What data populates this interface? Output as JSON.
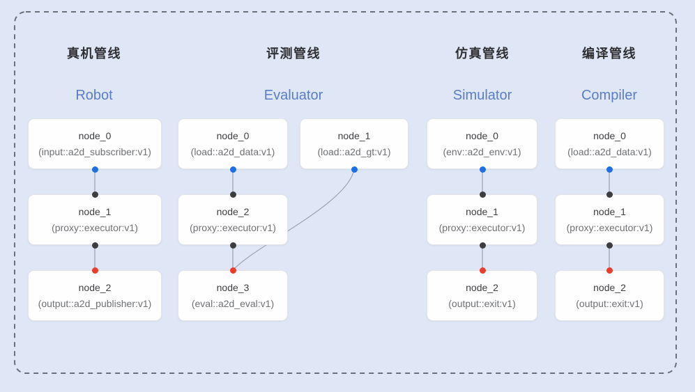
{
  "canvas": {
    "background_color": "#dfe6f5",
    "group_border_color": "#6b7078"
  },
  "port_colors": {
    "source_output": "#1e6fe6",
    "relay": "#3b3d41",
    "final_input": "#ea3e2b"
  },
  "title_colors": {
    "chinese_title": "#2e2f33",
    "english_title": "#5b7dc6"
  },
  "pipelines": [
    {
      "title_zh": "真机管线",
      "title_en": "Robot",
      "nodes": [
        {
          "name": "node_0",
          "type": "(input::a2d_subscriber:v1)"
        },
        {
          "name": "node_1",
          "type": "(proxy::executor:v1)"
        },
        {
          "name": "node_2",
          "type": "(output::a2d_publisher:v1)"
        }
      ],
      "edges": [
        {
          "from": "node_0",
          "to": "node_1"
        },
        {
          "from": "node_1",
          "to": "node_2"
        }
      ]
    },
    {
      "title_zh": "评测管线",
      "title_en": "Evaluator",
      "nodes": [
        {
          "name": "node_0",
          "type": "(load::a2d_data:v1)"
        },
        {
          "name": "node_1",
          "type": "(load::a2d_gt:v1)"
        },
        {
          "name": "node_2",
          "type": "(proxy::executor:v1)"
        },
        {
          "name": "node_3",
          "type": "(eval::a2d_eval:v1)"
        }
      ],
      "edges": [
        {
          "from": "node_0",
          "to": "node_2"
        },
        {
          "from": "node_2",
          "to": "node_3"
        },
        {
          "from": "node_1",
          "to": "node_3"
        }
      ]
    },
    {
      "title_zh": "仿真管线",
      "title_en": "Simulator",
      "nodes": [
        {
          "name": "node_0",
          "type": "(env::a2d_env:v1)"
        },
        {
          "name": "node_1",
          "type": "(proxy::executor:v1)"
        },
        {
          "name": "node_2",
          "type": "(output::exit:v1)"
        }
      ],
      "edges": [
        {
          "from": "node_0",
          "to": "node_1"
        },
        {
          "from": "node_1",
          "to": "node_2"
        }
      ]
    },
    {
      "title_zh": "编译管线",
      "title_en": "Compiler",
      "nodes": [
        {
          "name": "node_0",
          "type": "(load::a2d_data:v1)"
        },
        {
          "name": "node_1",
          "type": "(proxy::executor:v1)"
        },
        {
          "name": "node_2",
          "type": "(output::exit:v1)"
        }
      ],
      "edges": [
        {
          "from": "node_0",
          "to": "node_1"
        },
        {
          "from": "node_1",
          "to": "node_2"
        }
      ]
    }
  ]
}
